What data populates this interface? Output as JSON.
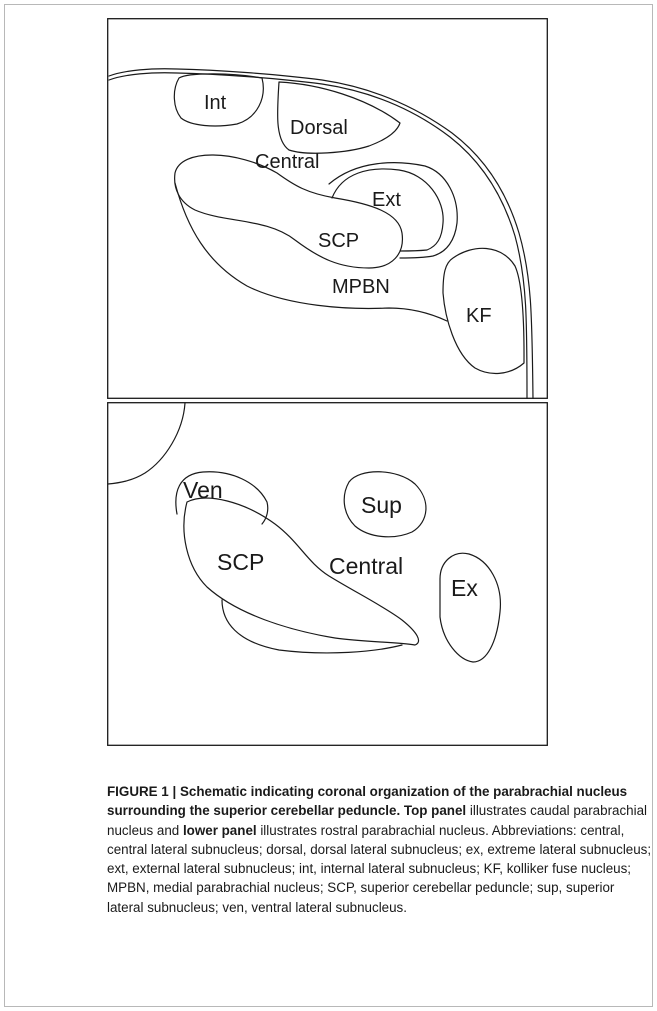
{
  "top_panel": {
    "labels": {
      "int": "Int",
      "dorsal": "Dorsal",
      "central": "Central",
      "ext": "Ext",
      "scp": "SCP",
      "mpbn": "MPBN",
      "kf": "KF"
    }
  },
  "bottom_panel": {
    "labels": {
      "ven": "Ven",
      "sup": "Sup",
      "scp": "SCP",
      "central": "Central",
      "ex": "Ex"
    }
  },
  "caption": {
    "title": "FIGURE 1 | Schematic indicating coronal organization of the parabrachial nucleus surrounding the superior cerebellar peduncle.",
    "top_panel_term": "Top panel",
    "text_1": " illustrates caudal parabrachial nucleus and ",
    "lower_panel_term": "lower panel",
    "text_2": " illustrates rostral parabrachial nucleus. Abbreviations: central, central lateral subnucleus; dorsal, dorsal lateral subnucleus; ex, extreme lateral subnucleus; ext, external lateral subnucleus; int, internal lateral subnucleus; KF, kolliker fuse nucleus; MPBN, medial parabrachial nucleus; SCP, superior cerebellar peduncle; sup, superior lateral subnucleus; ven, ventral lateral subnucleus."
  }
}
